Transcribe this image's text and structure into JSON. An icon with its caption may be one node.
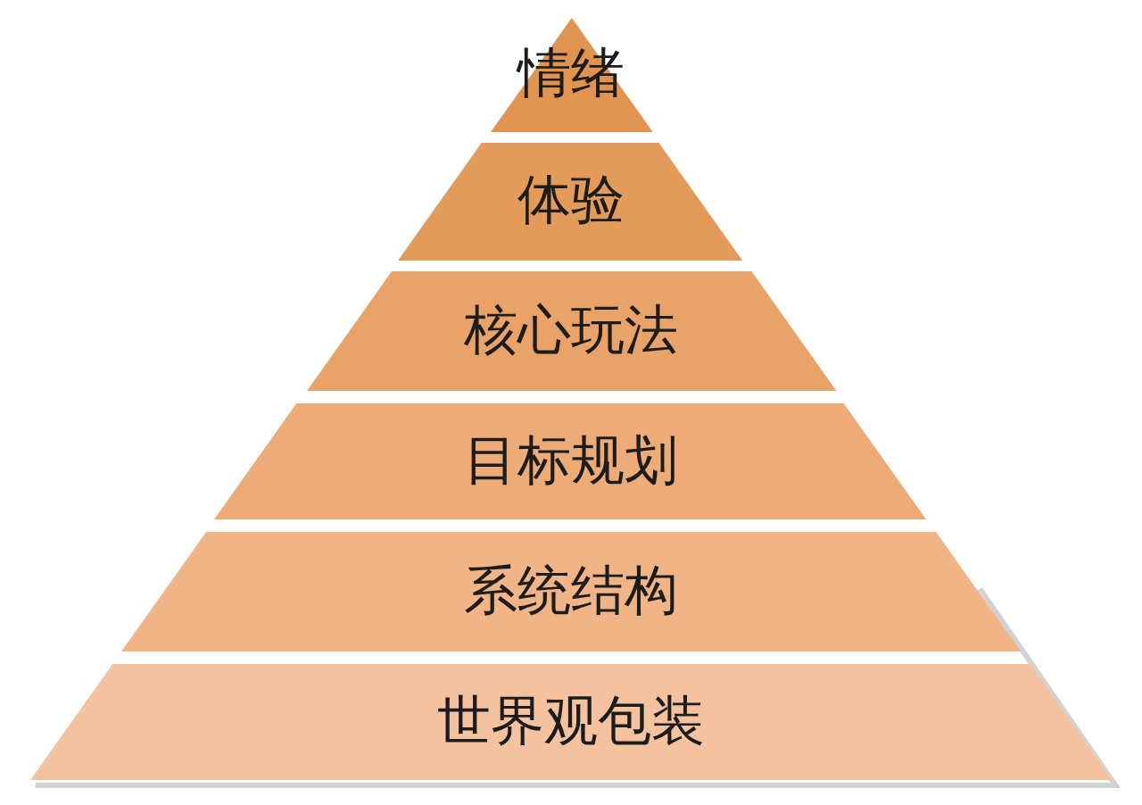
{
  "diagram": {
    "nodes": [
      {
        "text": [
          "情绪"
        ]
      },
      {
        "text": [
          "体验"
        ]
      },
      {
        "text": [
          "核心玩法"
        ]
      },
      {
        "text": [
          "目标规划"
        ]
      },
      {
        "text": [
          "系统结构"
        ]
      },
      {
        "text": [
          "世界观包装"
        ]
      }
    ]
  }
}
